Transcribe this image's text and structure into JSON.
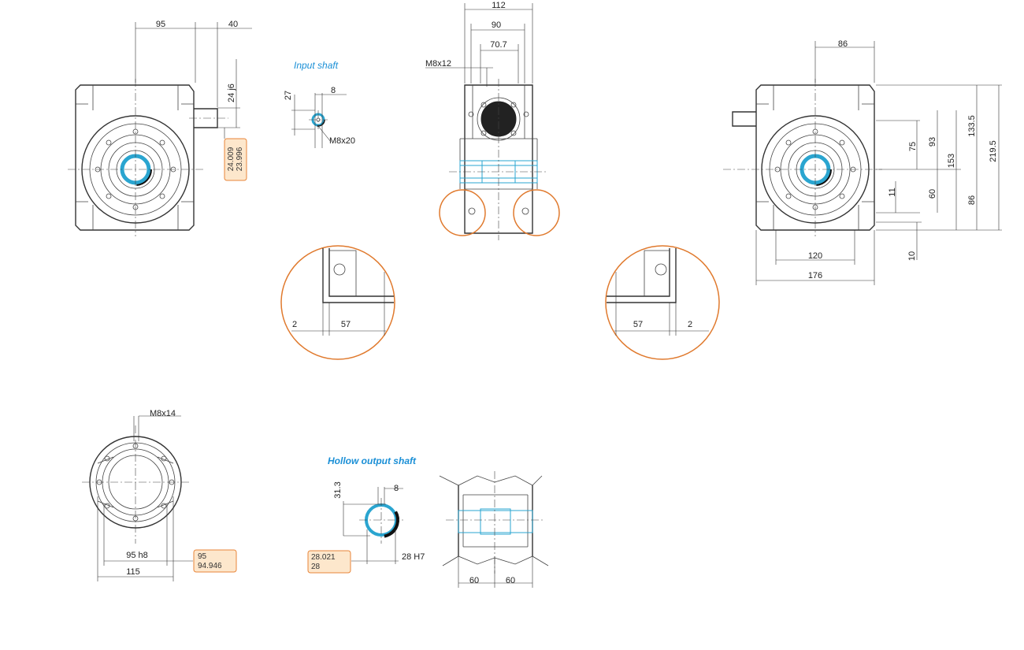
{
  "titles": {
    "input_shaft": "Input shaft",
    "hollow_output_shaft": "Hollow output shaft"
  },
  "dims": {
    "front_95": "95",
    "front_40": "40",
    "front_24j6": "24 j6",
    "input_27": "27",
    "input_8": "8",
    "input_m8x20": "M8x20",
    "top_112": "112",
    "top_90": "90",
    "top_70_7": "70.7",
    "top_m8x12": "M8x12",
    "right_86_top": "86",
    "right_75": "75",
    "right_93": "93",
    "right_133_5": "133.5",
    "right_153": "153",
    "right_219_5": "219.5",
    "right_60": "60",
    "right_86_side": "86",
    "right_11": "11",
    "right_10": "10",
    "right_120": "120",
    "right_176": "176",
    "detail_left_2": "2",
    "detail_left_57": "57",
    "detail_right_57": "57",
    "detail_right_2": "2",
    "flange_m8x14": "M8x14",
    "flange_95h8": "95 h8",
    "flange_115": "115",
    "hollow_31_3": "31.3",
    "hollow_8": "8",
    "hollow_28h7": "28 H7",
    "section_60_left": "60",
    "section_60_right": "60"
  },
  "tolerances": {
    "input_shaft": [
      "24.009",
      "23.996"
    ],
    "flange_spigot": [
      "95",
      "94.946"
    ],
    "hollow_bore": [
      "28.021",
      "28"
    ]
  },
  "colors": {
    "accent_blue": "#2aa5d0",
    "detail_orange": "#e07a2e",
    "tolerance_fill": "#fde7cc",
    "line": "#333333"
  }
}
